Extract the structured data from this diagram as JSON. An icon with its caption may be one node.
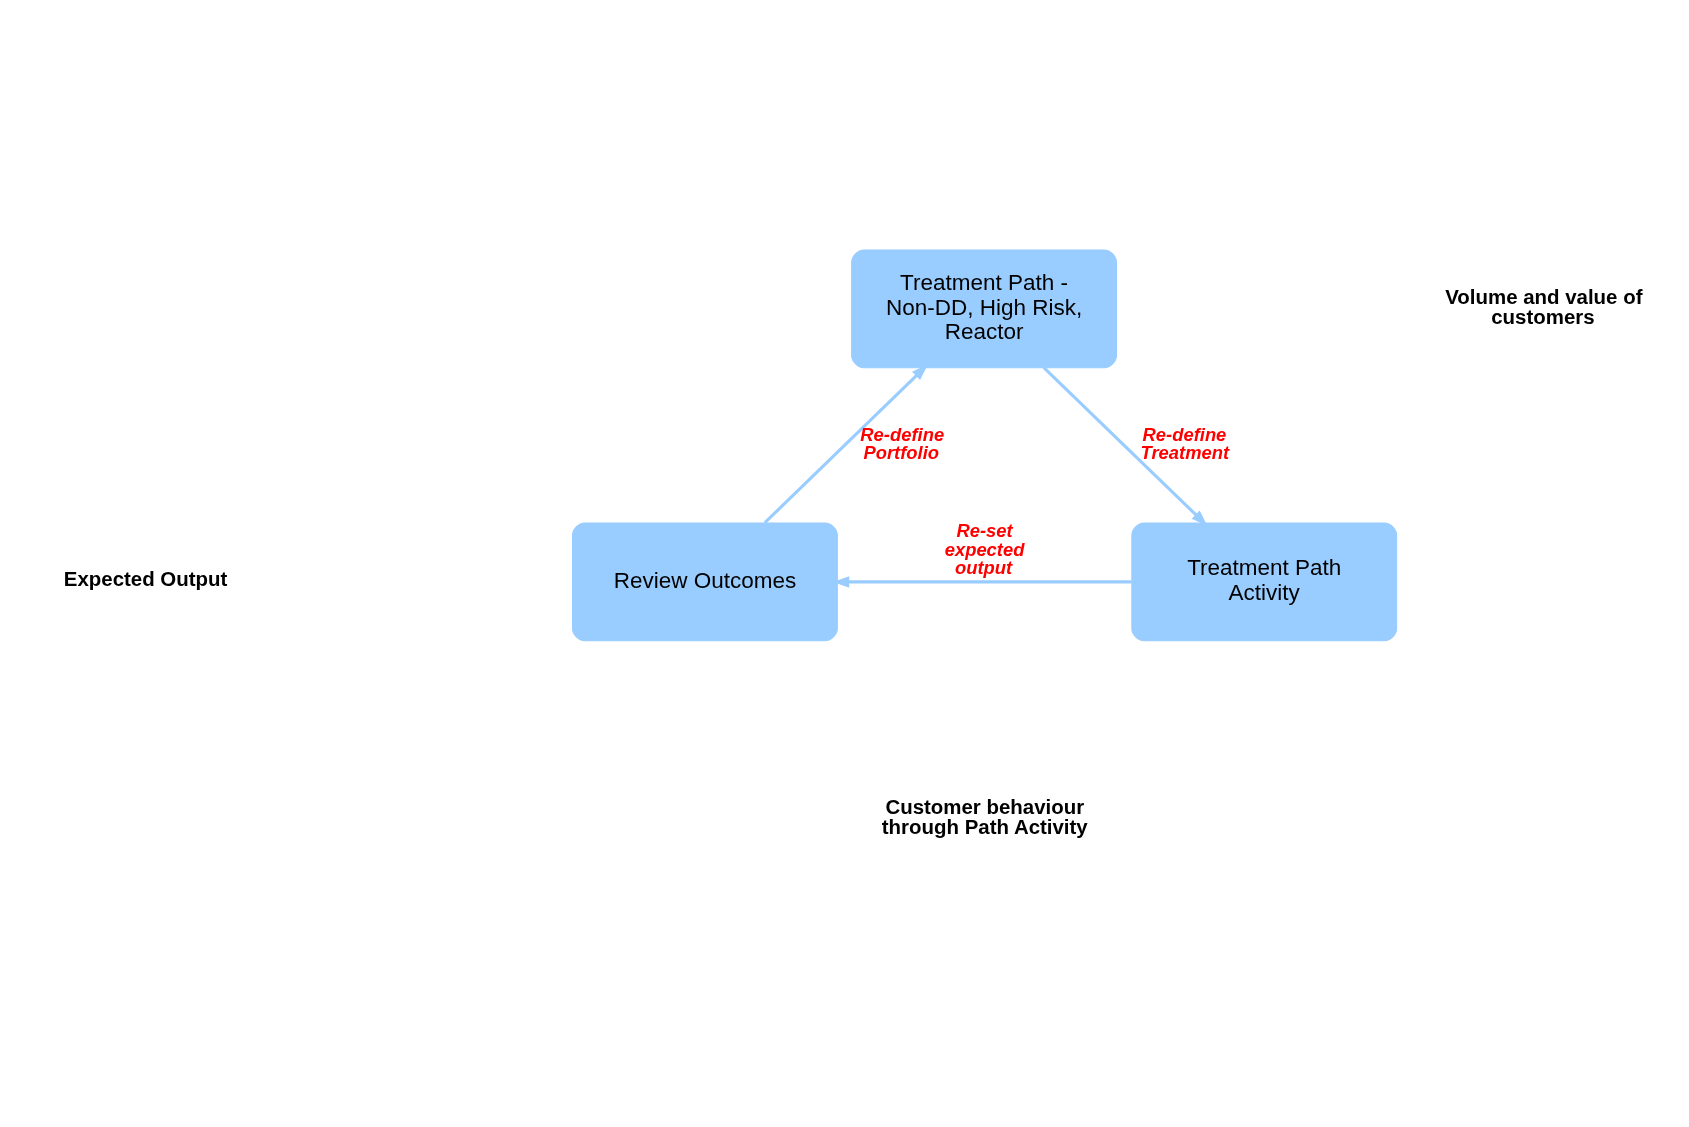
{
  "diagram": {
    "nodes": [
      {
        "text": [
          "Treatment Path - Non-DD, High Risk, Reactor"
        ]
      },
      {
        "text": [
          "Treatment Path Activity"
        ]
      },
      {
        "text": [
          "Review Outcomes"
        ]
      }
    ],
    "edges": [
      {
        "from": 0,
        "to": 1,
        "arrow": "to",
        "label": "Re-define Treatment"
      },
      {
        "from": 1,
        "to": 2,
        "arrow": "to",
        "label": "Re-set expected output"
      },
      {
        "from": 2,
        "to": 0,
        "arrow": "to",
        "label": "Re-define Portfolio"
      }
    ],
    "labels": [
      "Volume and value of customers",
      "Expected Output",
      "Customer behaviour through Path Activity"
    ]
  }
}
